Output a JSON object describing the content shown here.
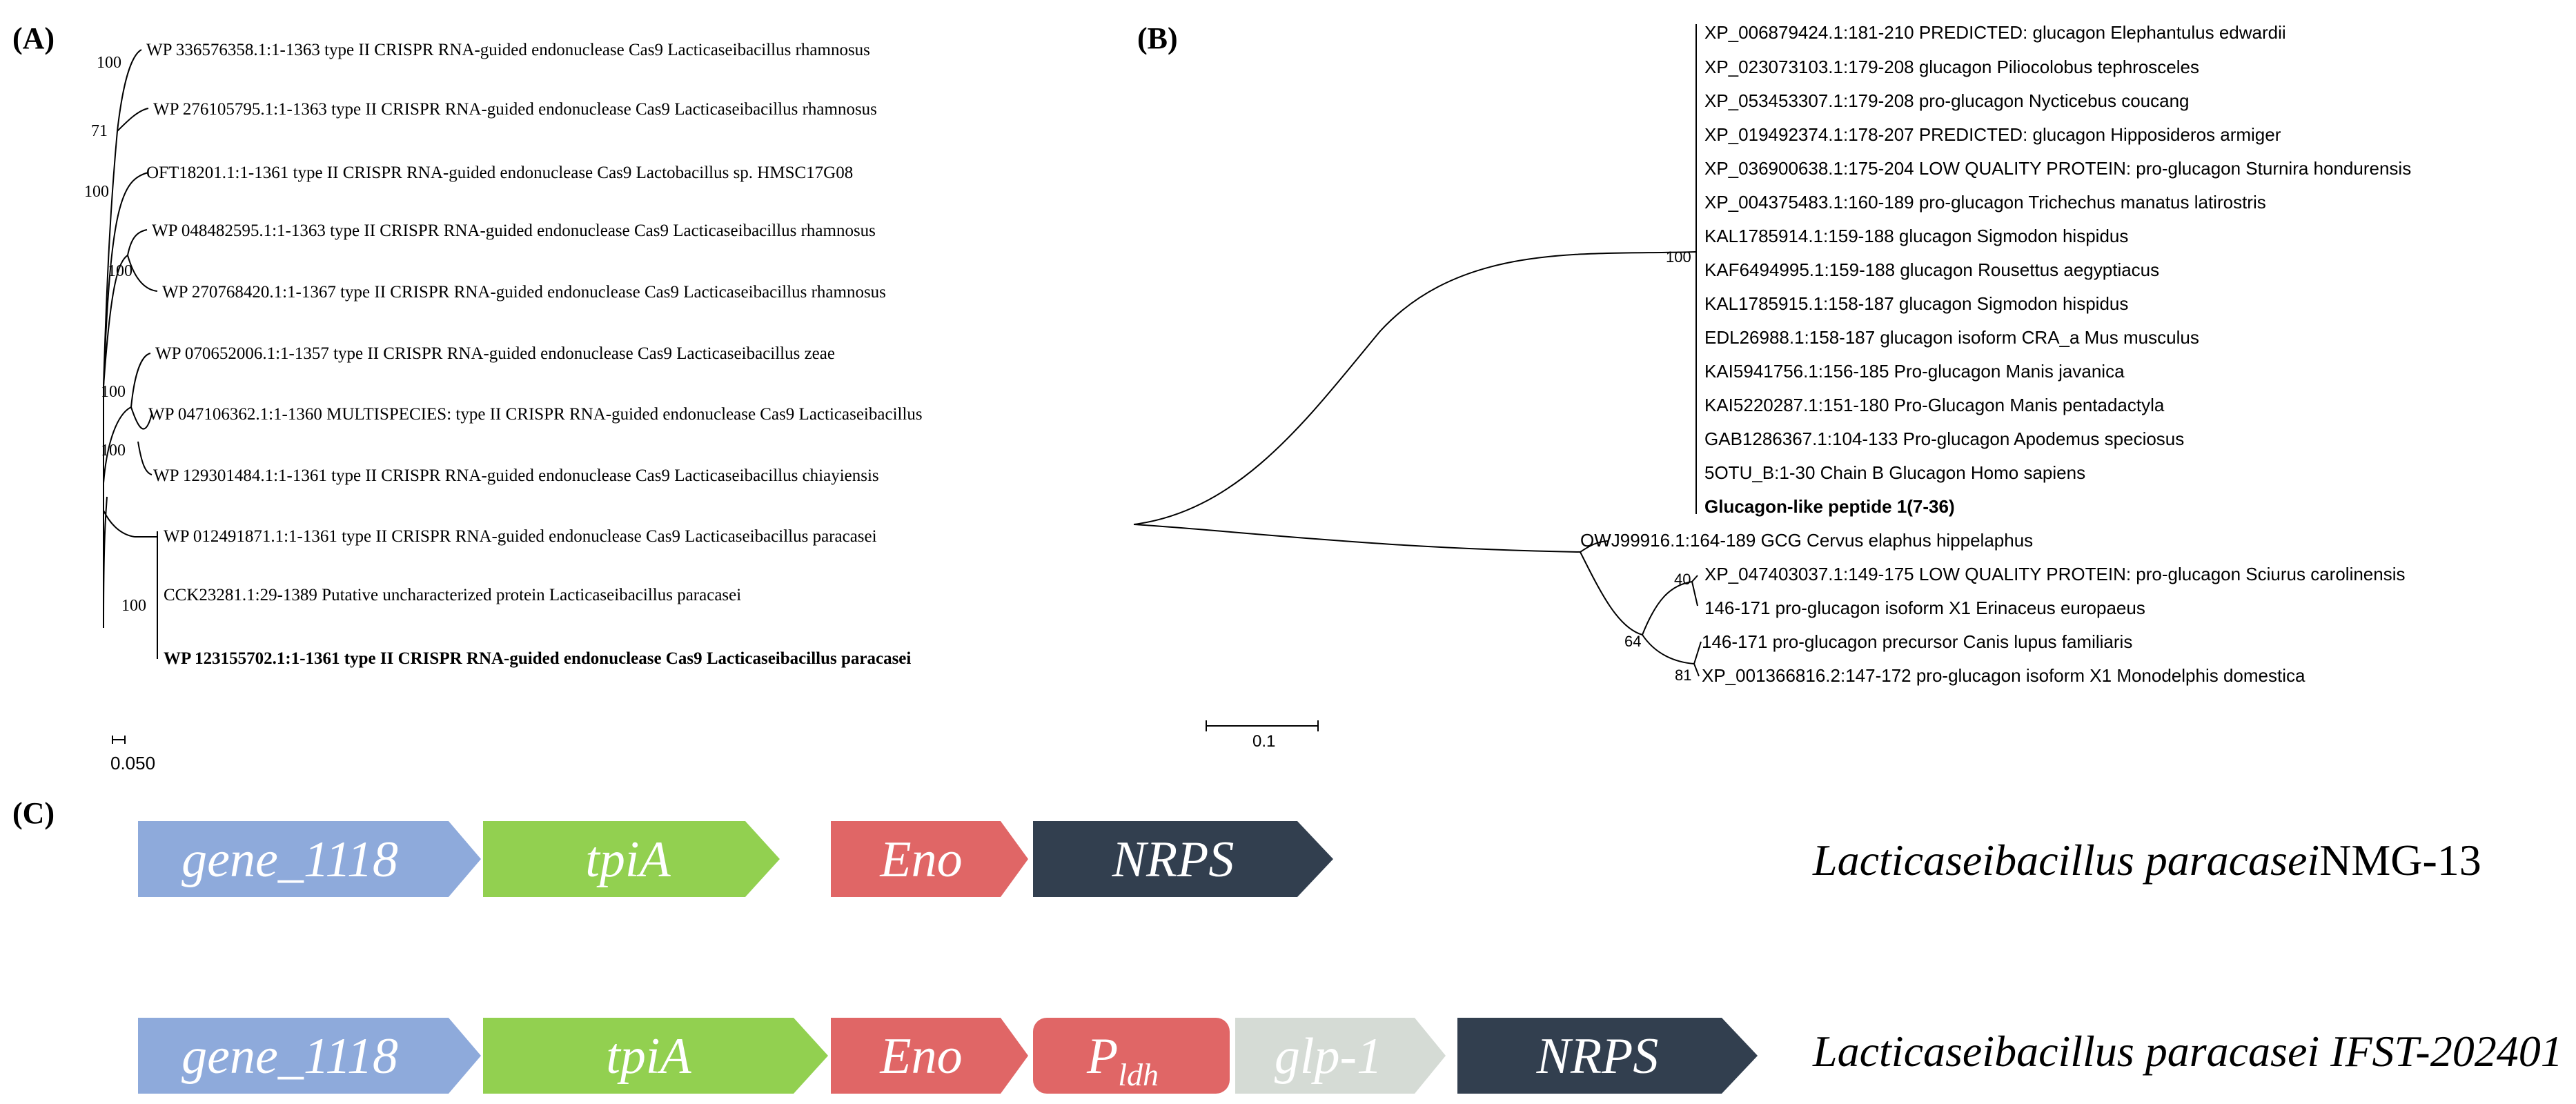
{
  "panel_a": {
    "label": "(A)",
    "scale_label": "0.050",
    "leaves": [
      "WP 336576358.1:1-1363 type II CRISPR RNA-guided endonuclease Cas9 Lacticaseibacillus rhamnosus",
      "WP 276105795.1:1-1363 type II CRISPR RNA-guided endonuclease Cas9 Lacticaseibacillus rhamnosus",
      "OFT18201.1:1-1361 type II CRISPR RNA-guided endonuclease Cas9 Lactobacillus sp. HMSC17G08",
      "WP 048482595.1:1-1363 type II CRISPR RNA-guided endonuclease Cas9 Lacticaseibacillus rhamnosus",
      "WP 270768420.1:1-1367 type II CRISPR RNA-guided endonuclease Cas9 Lacticaseibacillus rhamnosus",
      "WP 070652006.1:1-1357 type II CRISPR RNA-guided endonuclease Cas9 Lacticaseibacillus zeae",
      "WP 047106362.1:1-1360 MULTISPECIES: type II CRISPR RNA-guided endonuclease Cas9 Lacticaseibacillus",
      "WP 129301484.1:1-1361 type II CRISPR RNA-guided endonuclease Cas9 Lacticaseibacillus chiayiensis",
      "WP 012491871.1:1-1361 type II CRISPR RNA-guided endonuclease Cas9 Lacticaseibacillus paracasei",
      "CCK23281.1:29-1389 Putative uncharacterized protein Lacticaseibacillus paracasei",
      "WP 123155702.1:1-1361 type II CRISPR RNA-guided endonuclease Cas9 Lacticaseibacillus paracasei"
    ],
    "bootstraps": [
      "100",
      "71",
      "100",
      "100",
      "100",
      "100",
      "100"
    ]
  },
  "panel_b": {
    "label": "(B)",
    "scale_label": "0.1",
    "leaves": [
      "XP_006879424.1:181-210 PREDICTED: glucagon Elephantulus edwardii",
      "XP_023073103.1:179-208 glucagon Piliocolobus tephrosceles",
      "XP_053453307.1:179-208 pro-glucagon Nycticebus coucang",
      "XP_019492374.1:178-207 PREDICTED: glucagon Hipposideros armiger",
      "XP_036900638.1:175-204 LOW QUALITY PROTEIN: pro-glucagon Sturnira hondurensis",
      "XP_004375483.1:160-189 pro-glucagon Trichechus manatus latirostris",
      "KAL1785914.1:159-188 glucagon Sigmodon hispidus",
      "KAF6494995.1:159-188 glucagon Rousettus aegyptiacus",
      "KAL1785915.1:158-187 glucagon Sigmodon hispidus",
      "EDL26988.1:158-187 glucagon isoform CRA_a Mus musculus",
      "KAI5941756.1:156-185 Pro-glucagon Manis javanica",
      "KAI5220287.1:151-180 Pro-Glucagon Manis pentadactyla",
      "GAB1286367.1:104-133 Pro-glucagon Apodemus speciosus",
      "5OTU_B:1-30 Chain B Glucagon Homo sapiens",
      "Glucagon-like peptide 1(7-36)",
      "OWJ99916.1:164-189 GCG Cervus elaphus hippelaphus",
      "XP_047403037.1:149-175 LOW QUALITY PROTEIN: pro-glucagon Sciurus carolinensis",
      "146-171 pro-glucagon isoform X1 Erinaceus europaeus",
      "146-171 pro-glucagon precursor Canis lupus familiaris",
      "XP_001366816.2:147-172 pro-glucagon isoform X1 Monodelphis domestica"
    ],
    "bootstraps": [
      "100",
      "40",
      "64",
      "81"
    ]
  },
  "panel_c": {
    "label": "(C)",
    "row1": {
      "genes": [
        {
          "name": "gene_1118",
          "sub": "",
          "color": "#8eaadb"
        },
        {
          "name": "tpiA",
          "sub": "",
          "color": "#92d050"
        },
        {
          "name": "Eno",
          "sub": "",
          "color": "#e06666"
        },
        {
          "name": "NRPS",
          "sub": "",
          "color": "#323f4f"
        }
      ],
      "species": "Lacticaseibacillus paracasei",
      "strain": "NMG-13"
    },
    "row2": {
      "genes": [
        {
          "name": "gene_1118",
          "sub": "",
          "color": "#8eaadb"
        },
        {
          "name": "tpiA",
          "sub": "",
          "color": "#92d050"
        },
        {
          "name": "Eno",
          "sub": "",
          "color": "#e06666"
        },
        {
          "name": "P",
          "sub": "ldh",
          "color": "#e06666"
        },
        {
          "name": "glp-1",
          "sub": "",
          "color": "#d5dbd5"
        },
        {
          "name": "NRPS",
          "sub": "",
          "color": "#323f4f"
        }
      ],
      "species": "Lacticaseibacillus paracasei IFST-202401"
    }
  }
}
